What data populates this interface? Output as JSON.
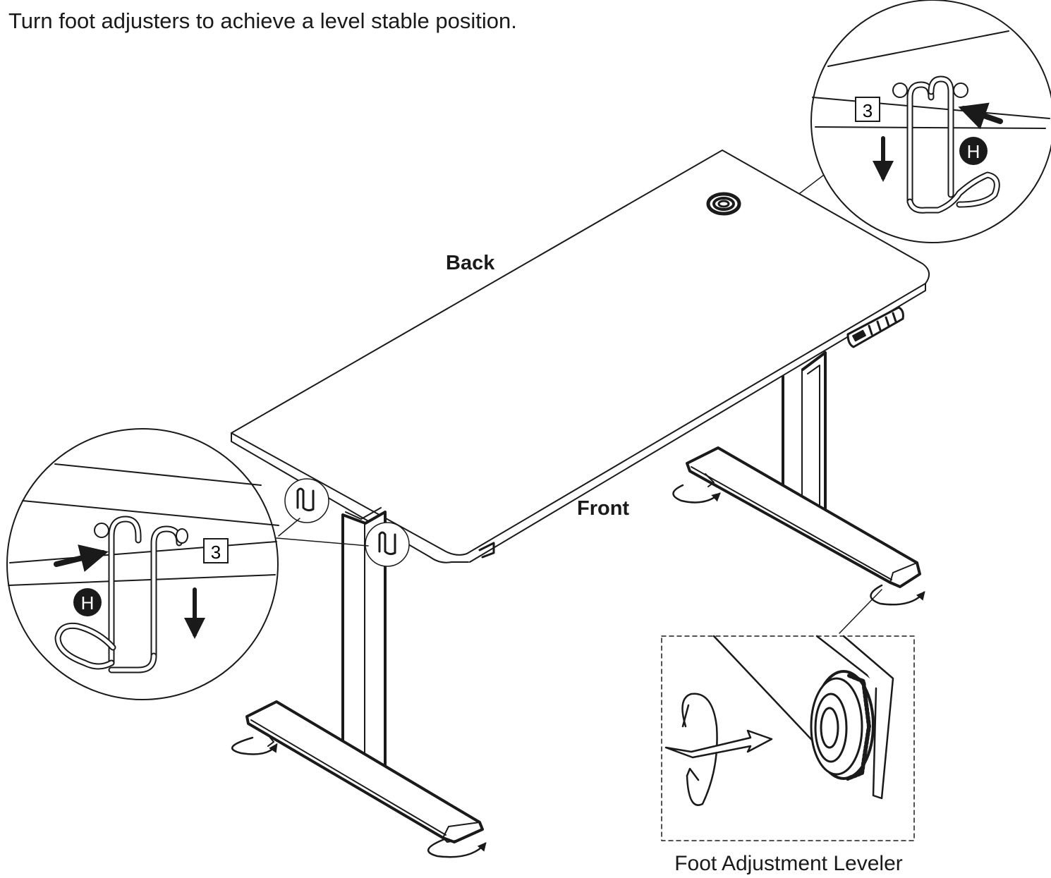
{
  "instruction": "Turn foot adjusters to achieve a level stable position.",
  "labels": {
    "back": "Back",
    "front": "Front",
    "detail_caption": "Foot Adjustment Leveler"
  },
  "callouts": {
    "step_number": "3",
    "part_letter": "H"
  },
  "icons": [
    "desk-icon",
    "hook-icon",
    "rotate-arrow-icon",
    "down-arrow-icon",
    "push-arrow-icon",
    "leveler-knob-icon",
    "grommet-icon",
    "control-panel-icon"
  ],
  "colors": {
    "line": "#1a1a1a",
    "background": "#ffffff"
  }
}
